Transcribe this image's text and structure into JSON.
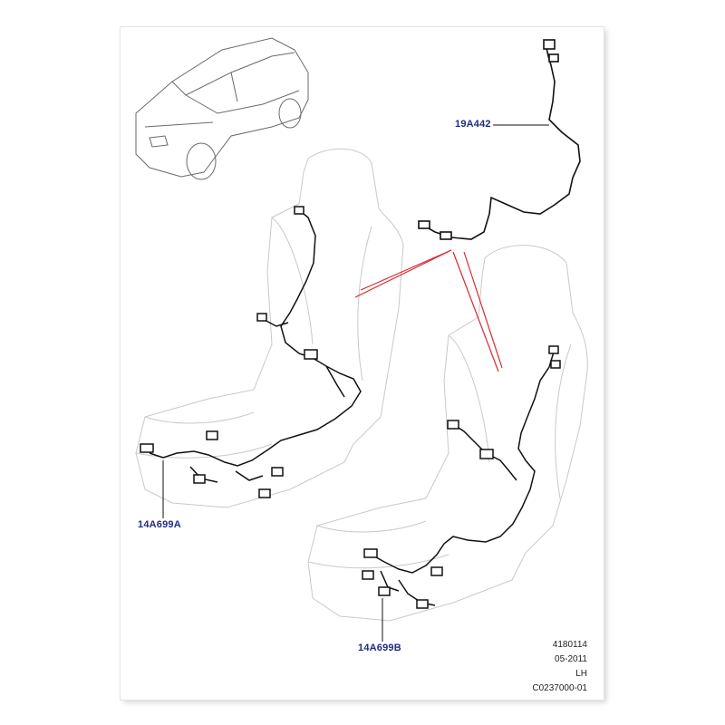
{
  "callouts": {
    "roof_harness": "19A442",
    "seat_harness_a": "14A699A",
    "seat_harness_b": "14A699B"
  },
  "meta": {
    "illustration_no": "4180114",
    "date": "05-2011",
    "side": "LH",
    "code": "C0237000-01"
  },
  "colors": {
    "callout_text": "#1f2a86",
    "pointer": "#d9282f",
    "harness": "#111111",
    "ghost_outline": "#c9c9c9"
  }
}
